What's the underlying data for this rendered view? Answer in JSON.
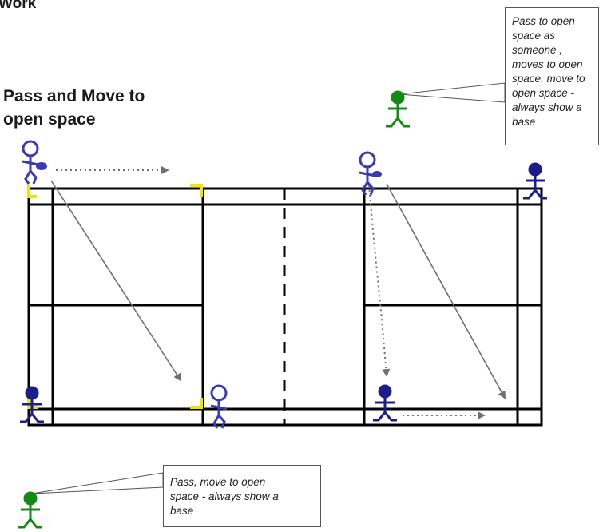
{
  "titles": {
    "partial_heading": "Work",
    "drill_title_line1": "Pass and Move to",
    "drill_title_line2": "open space"
  },
  "callouts": [
    {
      "lines": [
        "Pass to open",
        "space as",
        "someone ,",
        "moves to open",
        "space. move to",
        "open space -",
        "always show a",
        "base"
      ]
    },
    {
      "lines": [
        "Pass, move to open",
        "space - always show a",
        "base"
      ]
    }
  ],
  "colors": {
    "court_line": "#000000",
    "player_blue": "#1c1c8c",
    "player_light_blue": "#3a3ab8",
    "coach_green": "#138a13",
    "base_marker": "#f2e600",
    "arrow": "#707070"
  }
}
